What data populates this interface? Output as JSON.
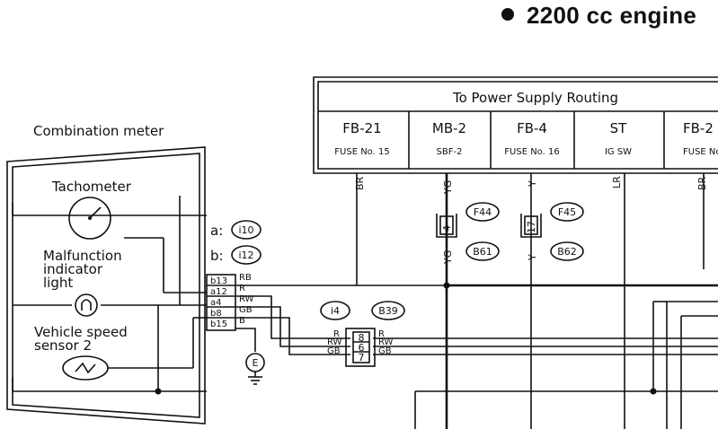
{
  "heading": {
    "text": "2200 cc engine"
  },
  "power_supply": {
    "title": "To Power Supply Routing",
    "columns": [
      {
        "name": "FB-21",
        "sub": "FUSE No. 15"
      },
      {
        "name": "MB-2",
        "sub": "SBF-2"
      },
      {
        "name": "FB-4",
        "sub": "FUSE No. 16"
      },
      {
        "name": "ST",
        "sub": "IG SW"
      },
      {
        "name": "FB-2",
        "sub": "FUSE No"
      }
    ],
    "wire_colors": [
      "BR",
      "YG",
      "Y",
      "LR",
      "BR"
    ]
  },
  "combination_meter": {
    "label": "Combination meter",
    "tachometer": "Tachometer",
    "mil": [
      "Malfunction",
      "indicator",
      "light"
    ],
    "vss": [
      "Vehicle speed",
      "sensor 2"
    ]
  },
  "connector_refs": {
    "a_prefix": "a:",
    "a_id": "i10",
    "b_prefix": "b:",
    "b_id": "i12",
    "mid_left": "i4",
    "mid_right": "B39"
  },
  "meter_pins": [
    "b13",
    "a12",
    "a4",
    "b8",
    "b15"
  ],
  "meter_wires": [
    "RB",
    "R",
    "RW",
    "GB",
    "B"
  ],
  "mid_connector": {
    "pins": [
      "8",
      "6",
      "7"
    ],
    "left_wires": [
      "R",
      "RW",
      "GB"
    ],
    "right_wires": [
      "R",
      "RW",
      "GB"
    ]
  },
  "fuse_conn_1": {
    "top": "F44",
    "bottom": "B61",
    "pin": "4",
    "wire_below": "YG"
  },
  "fuse_conn_2": {
    "top": "F45",
    "bottom": "B62",
    "pin": "17",
    "wire_below": "Y"
  },
  "ground": "E"
}
